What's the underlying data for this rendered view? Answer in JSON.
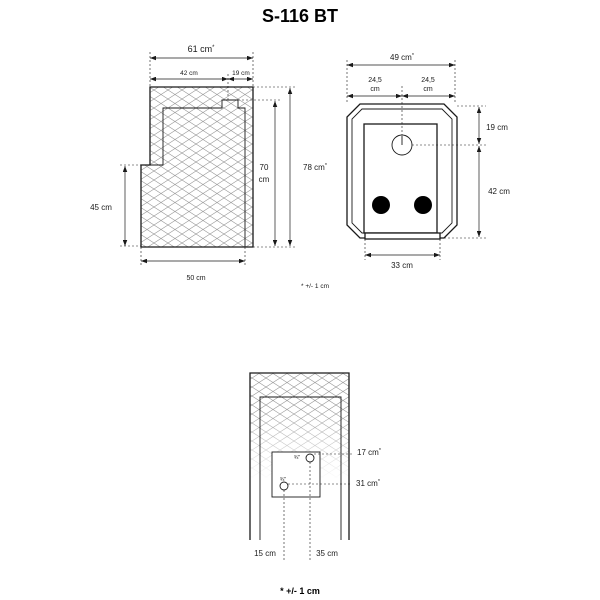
{
  "title": "S-116 BT",
  "colors": {
    "line": "#1a1a1a",
    "hatch": "#9a9a9a",
    "background": "#ffffff"
  },
  "side_view": {
    "overall_width": {
      "text": "61 cm",
      "mark": "*"
    },
    "stone_width": "42 cm",
    "rear_width": "19 cm",
    "front_height": "45 cm",
    "stone_height": [
      "70",
      "cm"
    ],
    "overall_height": {
      "text": "78 cm",
      "mark": "*"
    },
    "base_depth": "50 cm"
  },
  "front_view": {
    "overall_width": {
      "text": "49 cm",
      "mark": "*"
    },
    "left_half": [
      "24,5",
      "cm"
    ],
    "right_half": [
      "24,5",
      "cm"
    ],
    "dial_offset": "19 cm",
    "door_height": "42 cm",
    "base_width": "33 cm"
  },
  "upper_note": "* +/- 1 cm",
  "rear_view": {
    "upper_pipe_size": "¾\"",
    "lower_pipe_size": "¾\"",
    "upper_pipe_height": {
      "text": "17 cm",
      "mark": "*"
    },
    "lower_pipe_height": {
      "text": "31 cm",
      "mark": "*"
    },
    "lower_pipe_offset": "15 cm",
    "upper_pipe_offset": "35 cm"
  },
  "lower_note": "* +/- 1 cm"
}
